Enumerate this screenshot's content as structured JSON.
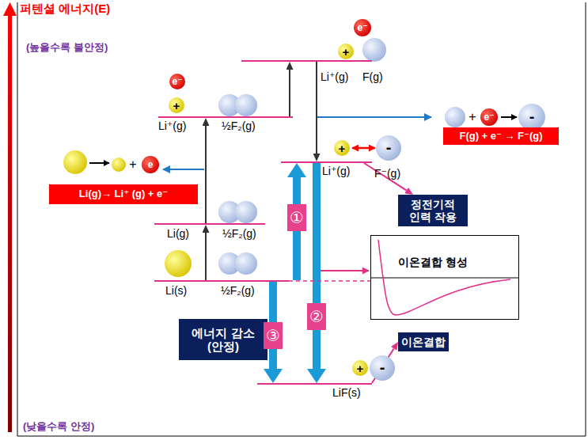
{
  "diagram": {
    "nodes": [
      {
        "text": [
          "Li⁺(g)",
          "F(g)"
        ]
      },
      {
        "text": [
          "Li⁺(g)",
          "½F₂(g)"
        ]
      },
      {
        "text": [
          "Li⁺(g)",
          "F⁻(g)"
        ]
      },
      {
        "text": [
          "Li(g)",
          "½F₂(g)"
        ]
      },
      {
        "text": [
          "Li(s)",
          "½F₂(g)"
        ]
      },
      {
        "text": [
          "LiF(s)"
        ]
      },
      {
        "text": [
          "Li(g)→ Li⁺ (g) + e⁻"
        ]
      },
      {
        "text": [
          "F(g) + e⁻ → F⁻(g)"
        ]
      },
      {
        "text": [
          "정전기적 인력 작용"
        ]
      },
      {
        "text": [
          "이온결합 형성"
        ]
      },
      {
        "text": [
          "이온결합"
        ]
      },
      {
        "text": [
          "에너지 감소 (안정)"
        ]
      }
    ],
    "edges": [
      {
        "from": 4,
        "to": 3,
        "arrow": "to"
      },
      {
        "from": 3,
        "to": 1,
        "arrow": "to"
      },
      {
        "from": 1,
        "to": 0,
        "arrow": "to"
      },
      {
        "from": 0,
        "to": 2,
        "arrow": "to"
      },
      {
        "from": 4,
        "to": 2,
        "label": "①",
        "arrow": "to"
      },
      {
        "from": 2,
        "to": 5,
        "label": "②",
        "arrow": "to"
      },
      {
        "from": 4,
        "to": 5,
        "label": "③",
        "arrow": "to"
      },
      {
        "from": 2,
        "to": 8,
        "arrow": "to"
      },
      {
        "from": 5,
        "to": 10,
        "arrow": "to"
      }
    ],
    "labels": [
      "퍼텐셜 에너지(E)",
      "(높을수록 불안정)",
      "(낮을수록 안정)",
      "e⁻",
      "+",
      "e⁻",
      "+",
      "e",
      "e⁻",
      "-",
      "+",
      "-",
      "+",
      "-",
      "+",
      "+"
    ]
  }
}
